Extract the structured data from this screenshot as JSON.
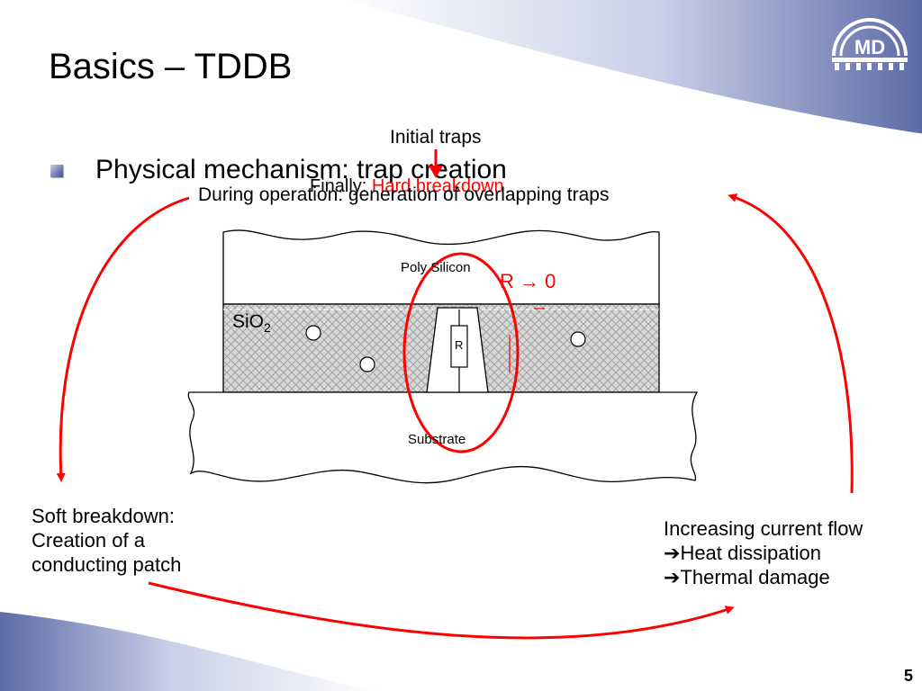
{
  "slide": {
    "title": "Basics – TDDB",
    "bullet": "Physical mechanism: trap creation",
    "slide_number": "5",
    "logo_text": "MD"
  },
  "diagram": {
    "initial_traps": "Initial traps",
    "finally_prefix": "Finally: ",
    "hard_breakdown": "Hard breakdown",
    "during_operation": "During operation: generation of overlapping traps",
    "poly_silicon": "Poly Silicon",
    "sio2_main": "SiO",
    "sio2_sub": "2",
    "resistor": "R",
    "r_to_zero": "R → 0",
    "substrate": "Substrate"
  },
  "cycle": {
    "soft_breakdown": [
      "Soft breakdown:",
      "Creation of a",
      "conducting patch"
    ],
    "current_flow": [
      "Increasing current flow",
      "Heat dissipation",
      "Thermal damage"
    ],
    "arrow_glyph": "➔"
  },
  "colors": {
    "accent_red": "#ff0000",
    "band_blue": "#8d99c6"
  }
}
